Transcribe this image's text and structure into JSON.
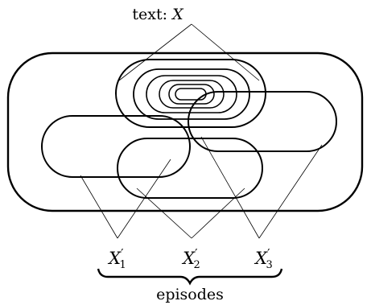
{
  "title_prefix": "text: ",
  "title_var": "X",
  "episodes": [
    {
      "base": "X",
      "prime": "′",
      "sub": "1"
    },
    {
      "base": "X",
      "prime": "′",
      "sub": "2"
    },
    {
      "base": "X",
      "prime": "′",
      "sub": "3"
    }
  ],
  "brace_label": "episodes"
}
